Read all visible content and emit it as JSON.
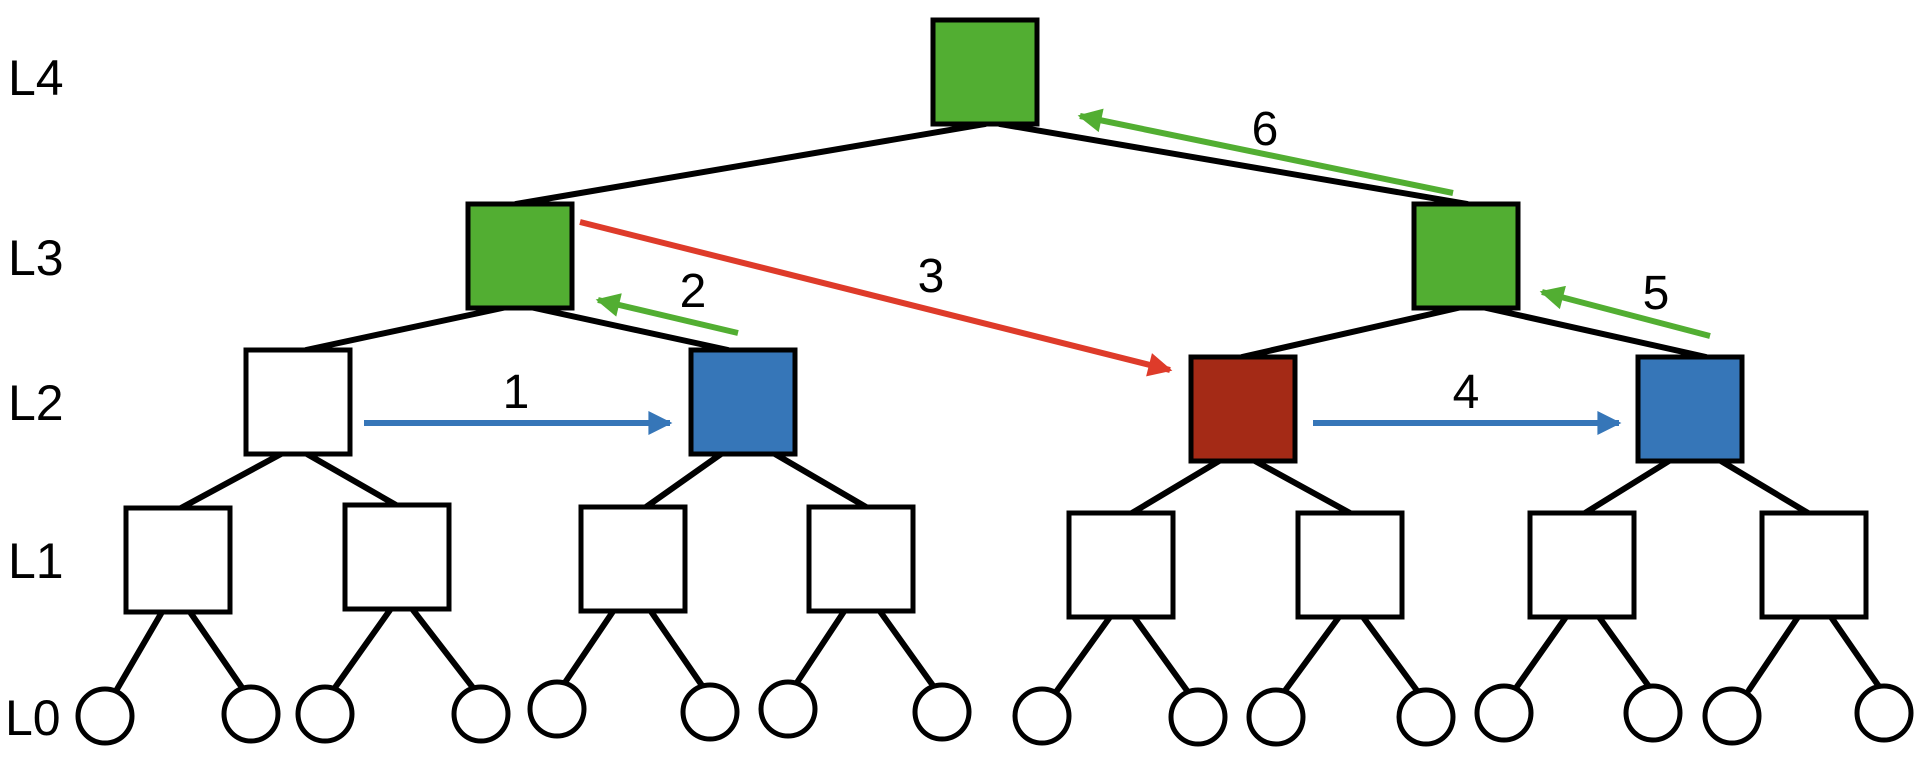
{
  "levels": [
    "L4",
    "L3",
    "L2",
    "L1",
    "L0"
  ],
  "colors": {
    "green": "#52AE32",
    "blue": "#3676B8",
    "red": "#A42A16",
    "white": "#FFFFFF",
    "arrow_red": "#DE3B2A"
  },
  "node_states": {
    "L4": [
      "green"
    ],
    "L3": [
      "green",
      "green"
    ],
    "L2": [
      "white",
      "blue",
      "red",
      "blue"
    ],
    "L1": [
      "white",
      "white",
      "white",
      "white",
      "white",
      "white",
      "white",
      "white"
    ]
  },
  "steps": [
    {
      "label": "1",
      "color": "blue"
    },
    {
      "label": "2",
      "color": "green"
    },
    {
      "label": "3",
      "color": "arrow_red"
    },
    {
      "label": "4",
      "color": "blue"
    },
    {
      "label": "5",
      "color": "green"
    },
    {
      "label": "6",
      "color": "green"
    }
  ]
}
